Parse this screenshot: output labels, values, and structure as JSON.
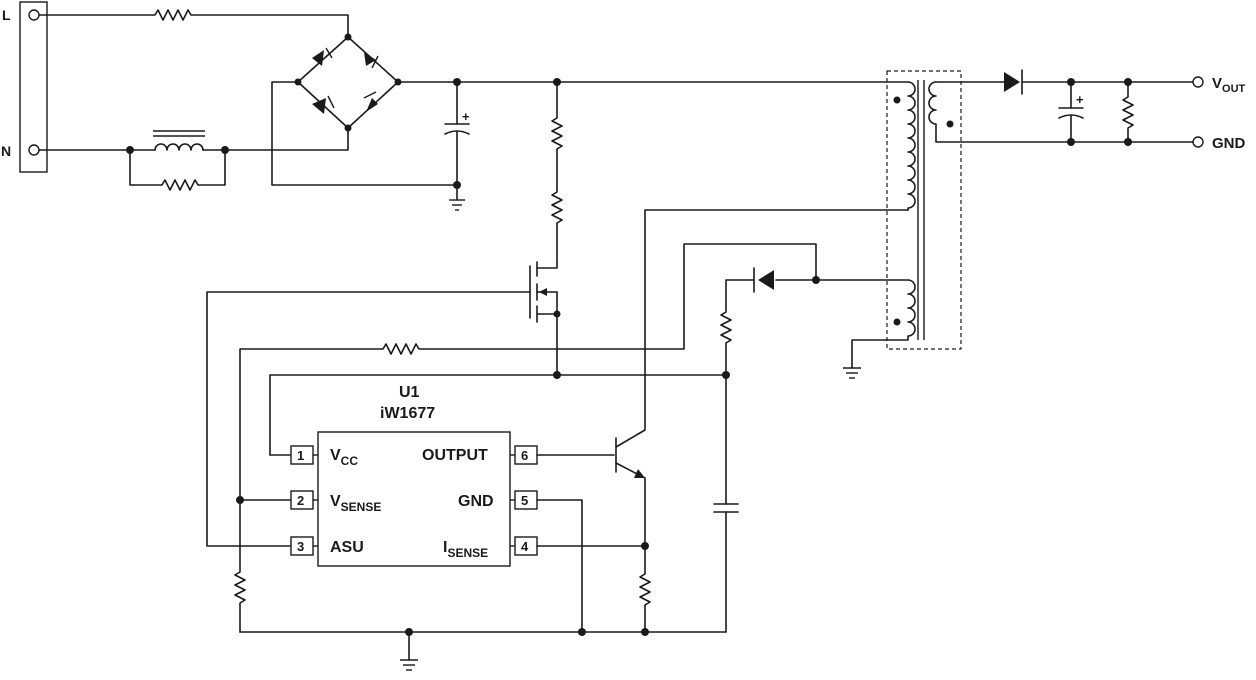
{
  "terminals": {
    "line": "L",
    "neutral": "N",
    "vout_main": "V",
    "vout_sub": "OUT",
    "gnd": "GND"
  },
  "ic": {
    "ref": "U1",
    "part": "iW1677",
    "pins": [
      {
        "num": "1",
        "name": "V",
        "sub": "CC"
      },
      {
        "num": "2",
        "name": "V",
        "sub": "SENSE"
      },
      {
        "num": "3",
        "name": "ASU",
        "sub": ""
      },
      {
        "num": "4",
        "name": "I",
        "sub": "SENSE"
      },
      {
        "num": "5",
        "name": "GND",
        "sub": ""
      },
      {
        "num": "6",
        "name": "OUTPUT",
        "sub": ""
      }
    ]
  },
  "polarity": {
    "bulk_cap": "+",
    "output_cap": "+"
  }
}
